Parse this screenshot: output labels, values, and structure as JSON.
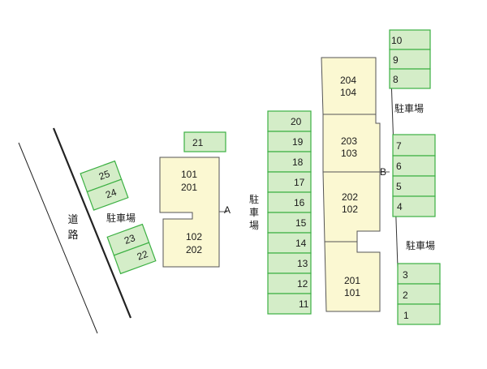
{
  "colors": {
    "parking_fill": "#d4edc8",
    "parking_stroke": "#3cb043",
    "building_fill": "#fbf8d2",
    "building_stroke": "#555555",
    "line": "#222222"
  },
  "road_label": "道路",
  "parking_label": "駐車場",
  "building_a": {
    "label": "A",
    "units": [
      "101",
      "201",
      "102",
      "202"
    ]
  },
  "building_b": {
    "label": "B",
    "units": [
      "204",
      "104",
      "203",
      "103",
      "202",
      "102",
      "201",
      "101"
    ]
  },
  "parking_numbers": {
    "s1": "1",
    "s2": "2",
    "s3": "3",
    "s4": "4",
    "s5": "5",
    "s6": "6",
    "s7": "7",
    "s8": "8",
    "s9": "9",
    "s10": "10",
    "s11": "11",
    "s12": "12",
    "s13": "13",
    "s14": "14",
    "s15": "15",
    "s16": "16",
    "s17": "17",
    "s18": "18",
    "s19": "19",
    "s20": "20",
    "s21": "21",
    "s22": "22",
    "s23": "23",
    "s24": "24",
    "s25": "25"
  }
}
